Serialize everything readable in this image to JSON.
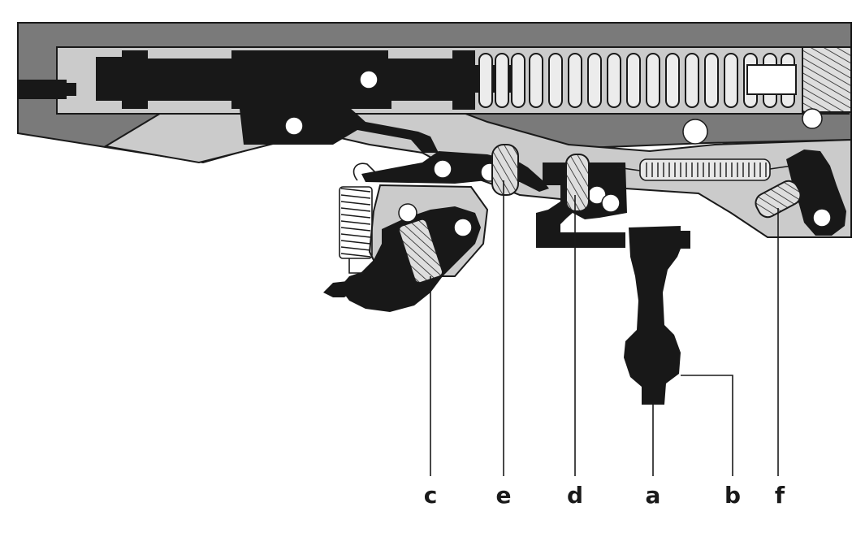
{
  "labels": {
    "c": "c",
    "e": "e",
    "d": "d",
    "a": "a",
    "b": "b",
    "f": "f"
  },
  "colors": {
    "housing": "#7a7a7a",
    "inner": "#cbcbcb",
    "part": "#181818",
    "spring_fill": "#d9d9d9",
    "outline": "#1a1a1a"
  }
}
